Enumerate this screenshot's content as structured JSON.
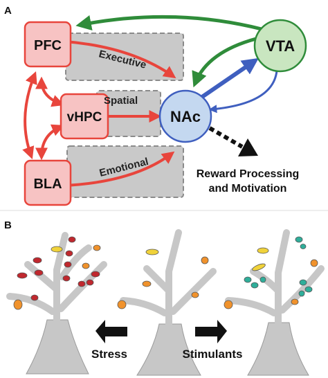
{
  "panel_a": {
    "letter": "A",
    "nodes": {
      "pfc": "PFC",
      "vhpc": "vHPC",
      "bla": "BLA",
      "nac": "NAc",
      "vta": "VTA"
    },
    "pathways": {
      "executive": "Executive",
      "spatial": "Spatial",
      "emotional": "Emotional"
    },
    "output_line1": "Reward Processing",
    "output_line2": "and Motivation"
  },
  "panel_b": {
    "letter": "B",
    "stress_label": "Stress",
    "stimulants_label": "Stimulants"
  },
  "colors": {
    "red_arrow": "#e8453c",
    "red_node_fill": "#f7c3c3",
    "green_arrow": "#2f8c3a",
    "green_node_fill": "#c9e6c0",
    "blue_arrow": "#3f5fbf",
    "blue_node_fill": "#c4d8f0",
    "gray_box": "#c9c9c9",
    "dendrite": "#c7c7c7",
    "spine_red": "#c0282e",
    "spine_orange": "#f0922c",
    "spine_yellow": "#f0d23a",
    "spine_teal": "#2fae9a"
  }
}
